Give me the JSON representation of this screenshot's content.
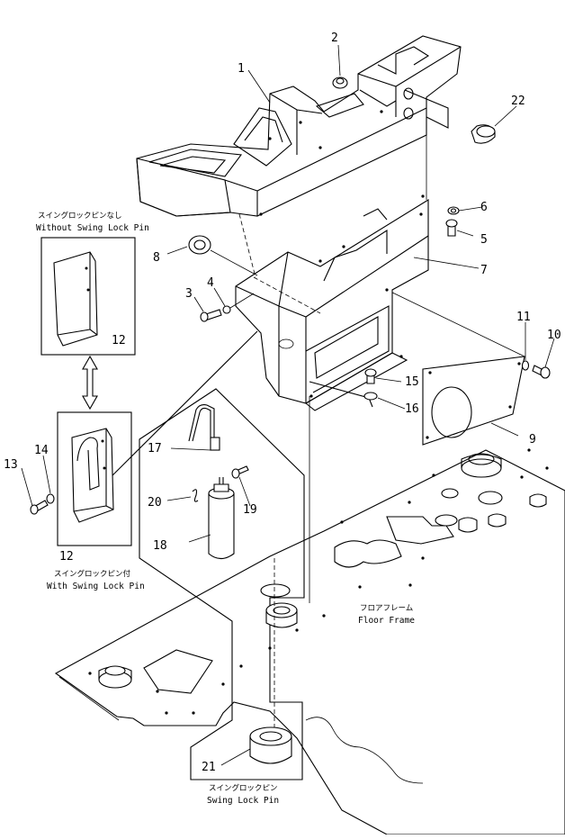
{
  "callouts": [
    "1",
    "2",
    "3",
    "4",
    "5",
    "6",
    "7",
    "8",
    "9",
    "10",
    "11",
    "12",
    "12",
    "13",
    "14",
    "15",
    "16",
    "17",
    "18",
    "19",
    "20",
    "21",
    "22"
  ],
  "captions": {
    "without_lock_jp": "スイングロックピンなし",
    "without_lock_en": "Without Swing Lock Pin",
    "with_lock_jp": "スイングロックピン付",
    "with_lock_en": "With Swing Lock Pin",
    "floor_frame_jp": "フロアフレーム",
    "floor_frame_en": "Floor Frame",
    "swing_lock_jp": "スイングロックピン",
    "swing_lock_en": "Swing Lock Pin"
  }
}
